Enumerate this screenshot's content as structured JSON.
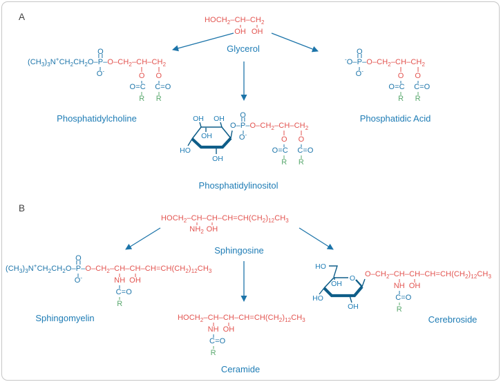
{
  "figure": {
    "panel_a_label": "A",
    "panel_b_label": "B"
  },
  "colors": {
    "carbon_chain_red": "#E2524E",
    "structure_blue": "#1C74A9",
    "label_blue": "#1E7CB5",
    "acyl_green": "#58A86D",
    "ring_teal": "#0E5D88",
    "panel_letter_gray": "#3E3E3E",
    "border_gray": "#C5C5C5"
  },
  "molecules": {
    "glycerol": {
      "name": "Glycerol",
      "backbone_pre": "HOCH_{2}–",
      "c2": "CH",
      "bond": "–",
      "c3": "CH_{2}",
      "oh_c2": "OH",
      "oh_c3": "OH"
    },
    "pc": {
      "name": "Phosphatidylcholine",
      "choline": "(CH_{3})_{3}N^{+}CH_{2}CH_{2}O–",
      "p": "P",
      "p_o_top": "O",
      "p_o_bottom": "O^{-}",
      "p_bond": "–",
      "glycerol_pre": "O–CH_{2}–",
      "c2": "CH",
      "bond": "–",
      "c3": "CH_{2}",
      "ester_left": {
        "o": "O",
        "carbonyl": "O=C",
        "r": "R"
      },
      "ester_right": {
        "o": "O",
        "carbonyl": "C=O",
        "r": "R"
      }
    },
    "pa": {
      "name": "Phosphatidic Acid",
      "head": "^{-}O–",
      "p": "P",
      "p_o_top": "O",
      "p_o_bottom": "O^{-}",
      "p_bond": "–",
      "glycerol_pre": "O–CH_{2}–",
      "c2": "CH",
      "bond": "–",
      "c3": "CH_{2}",
      "ester_left": {
        "o": "O",
        "carbonyl": "O=C",
        "r": "R"
      },
      "ester_right": {
        "o": "O",
        "carbonyl": "C=O",
        "r": "R"
      }
    },
    "pi": {
      "name": "Phosphatidylinositol",
      "ring": {
        "oh_top_left": "OH",
        "oh_top_right": "OH",
        "oh_inner": "OH",
        "ho_left": "HO",
        "oh_bottom": "OH"
      },
      "link_o": "O–",
      "p": "P",
      "p_o_top": "O",
      "p_o_bottom": "O^{-}",
      "p_bond": "–",
      "glycerol_pre": "O–CH_{2}–",
      "c2": "CH",
      "bond": "–",
      "c3": "CH_{2}",
      "ester_left": {
        "o": "O",
        "carbonyl": "O=C",
        "r": "R"
      },
      "ester_right": {
        "o": "O",
        "carbonyl": "C=O",
        "r": "R"
      }
    },
    "sphingosine": {
      "name": "Sphingosine",
      "pre": "HOCH_{2}–",
      "c2": "CH",
      "bond": "–",
      "c3": "CH",
      "tail": "–CH=CH(CH_{2})_{12}CH_{3}",
      "nh2": "NH_{2}",
      "oh": "OH"
    },
    "sm": {
      "name": "Sphingomyelin",
      "choline": "(CH_{3})_{3}N^{+}CH_{2}CH_{2}O–",
      "p": "P",
      "p_o_top": "O",
      "p_o_bottom": "O^{-}",
      "p_bond": "–",
      "pre": "O–CH_{2}–",
      "c2": "CH",
      "bond": "–",
      "c3": "CH",
      "tail": "–CH=CH(CH_{2})_{12}CH_{3}",
      "amide": {
        "nh": "NH",
        "carbonyl": "C=O",
        "r": "R"
      },
      "oh": "OH"
    },
    "ceramide": {
      "name": "Ceramide",
      "pre": "HOCH_{2}–",
      "c2": "CH",
      "bond": "–",
      "c3": "CH",
      "tail": "–CH=CH(CH_{2})_{12}CH_{3}",
      "amide": {
        "nh": "NH",
        "carbonyl": "C=O",
        "r": "R"
      },
      "oh": "OH"
    },
    "cerebroside": {
      "name": "Cerebroside",
      "ring": {
        "ho_top": "HO",
        "o_ring": "O",
        "oh_inner": "OH",
        "ho_left": "HO",
        "oh_bottom": "OH"
      },
      "pre": "O–CH_{2}–",
      "c2": "CH",
      "bond": "–",
      "c3": "CH",
      "tail": "–CH=CH(CH_{2})_{12}CH_{3}",
      "amide": {
        "nh": "NH",
        "carbonyl": "C=O",
        "r": "R"
      },
      "oh": "OH"
    }
  }
}
